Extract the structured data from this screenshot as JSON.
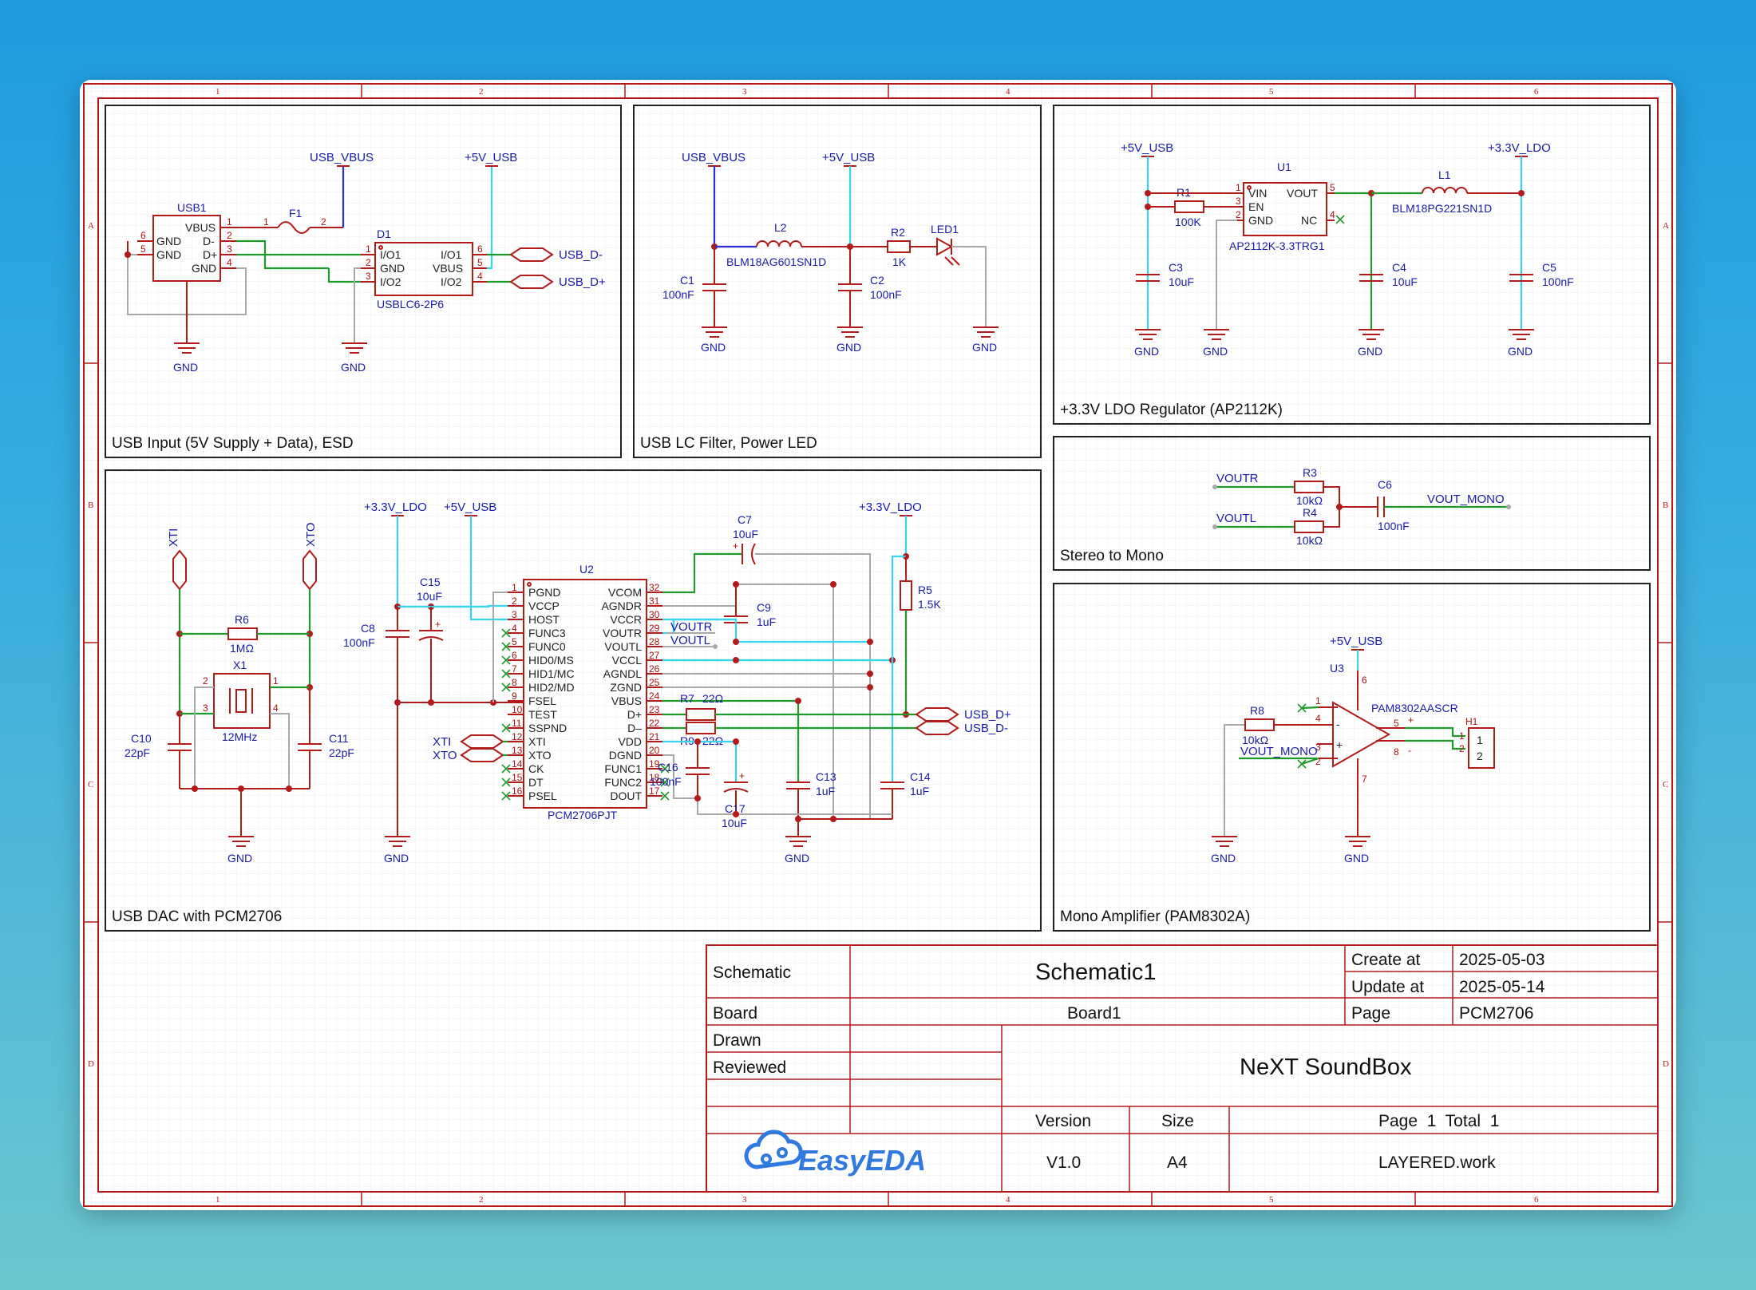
{
  "border": {
    "columns": [
      "1",
      "2",
      "3",
      "4",
      "5",
      "6"
    ],
    "rows": [
      "A",
      "B",
      "C",
      "D"
    ]
  },
  "panels": {
    "usb_input": "USB Input (5V Supply + Data), ESD",
    "lc_filter": "USB LC Filter, Power LED",
    "ldo": "+3.3V LDO Regulator (AP2112K)",
    "stereo_mono": "Stereo to Mono",
    "dac": "USB DAC with PCM2706",
    "amp": "Mono Amplifier (PAM8302A)"
  },
  "usb_input": {
    "usb1": {
      "ref": "USB1",
      "pins": [
        "VBUS",
        "D-",
        "D+",
        "GND"
      ],
      "side_pins": [
        "GND",
        "GND"
      ],
      "pin_nums": [
        "1",
        "2",
        "3",
        "4"
      ],
      "side_nums": [
        "6",
        "5"
      ]
    },
    "f1": {
      "ref": "F1",
      "p1": "1",
      "p2": "2"
    },
    "d1": {
      "ref": "D1",
      "value": "USBLC6-2P6",
      "left": [
        "I/O1",
        "GND",
        "I/O2"
      ],
      "right": [
        "I/O1",
        "VBUS",
        "I/O2"
      ],
      "lnums": [
        "1",
        "2",
        "3"
      ],
      "rnums": [
        "6",
        "5",
        "4"
      ]
    },
    "net_vbus": "USB_VBUS",
    "net_5v": "+5V_USB",
    "port_dm": "USB_D-",
    "port_dp": "USB_D+",
    "gnd": "GND"
  },
  "lc_filter": {
    "net_vbus": "USB_VBUS",
    "net_5v": "+5V_USB",
    "l2": {
      "ref": "L2",
      "value": "BLM18AG601SN1D"
    },
    "c1": {
      "ref": "C1",
      "value": "100nF"
    },
    "c2": {
      "ref": "C2",
      "value": "100nF"
    },
    "r2": {
      "ref": "R2",
      "value": "1K"
    },
    "led1": {
      "ref": "LED1"
    },
    "gnd": "GND"
  },
  "ldo": {
    "net_in": "+5V_USB",
    "net_out": "+3.3V_LDO",
    "u1": {
      "ref": "U1",
      "value": "AP2112K-3.3TRG1",
      "left": [
        "VIN",
        "EN",
        "GND"
      ],
      "right": [
        "VOUT",
        "NC"
      ],
      "lnums": [
        "1",
        "3",
        "2"
      ],
      "rnums": [
        "5",
        "4"
      ]
    },
    "r1": {
      "ref": "R1",
      "value": "100K"
    },
    "l1": {
      "ref": "L1",
      "value": "BLM18PG221SN1D"
    },
    "c3": {
      "ref": "C3",
      "value": "10uF"
    },
    "c4": {
      "ref": "C4",
      "value": "10uF"
    },
    "c5": {
      "ref": "C5",
      "value": "100nF"
    },
    "gnd": "GND"
  },
  "stereo_mono": {
    "net_r": "VOUTR",
    "net_l": "VOUTL",
    "net_out": "VOUT_MONO",
    "r3": {
      "ref": "R3",
      "value": "10kΩ"
    },
    "r4": {
      "ref": "R4",
      "value": "10kΩ"
    },
    "c6": {
      "ref": "C6",
      "value": "100nF"
    }
  },
  "dac": {
    "net_3v3": "+3.3V_LDO",
    "net_5v": "+5V_USB",
    "xti": "XTI",
    "xto": "XTO",
    "r6": {
      "ref": "R6",
      "value": "1MΩ"
    },
    "x1": {
      "ref": "X1",
      "value": "12MHz",
      "pins": [
        "2",
        "1",
        "3",
        "4"
      ]
    },
    "c10": {
      "ref": "C10",
      "value": "22pF"
    },
    "c11": {
      "ref": "C11",
      "value": "22pF"
    },
    "c8": {
      "ref": "C8",
      "value": "100nF"
    },
    "c15": {
      "ref": "C15",
      "value": "10uF"
    },
    "c7": {
      "ref": "C7",
      "value": "10uF"
    },
    "c9": {
      "ref": "C9",
      "value": "1uF"
    },
    "r5": {
      "ref": "R5",
      "value": "1.5K"
    },
    "r7": {
      "ref": "R7",
      "value": "22Ω"
    },
    "r9": {
      "ref": "R9",
      "value": "22Ω"
    },
    "c16": {
      "ref": "C16",
      "value": "100nF"
    },
    "c17": {
      "ref": "C17",
      "value": "10uF"
    },
    "c13": {
      "ref": "C13",
      "value": "1uF"
    },
    "c14": {
      "ref": "C14",
      "value": "1uF"
    },
    "u2": {
      "ref": "U2",
      "value": "PCM2706PJT",
      "left": [
        "PGND",
        "VCCP",
        "HOST",
        "FUNC3",
        "FUNC0",
        "HID0/MS",
        "HID1/MC",
        "HID2/MD",
        "FSEL",
        "TEST",
        "SSPND",
        "XTI",
        "XTO",
        "CK",
        "DT",
        "PSEL"
      ],
      "lnums": [
        "1",
        "2",
        "3",
        "4",
        "5",
        "6",
        "7",
        "8",
        "9",
        "10",
        "11",
        "12",
        "13",
        "14",
        "15",
        "16"
      ],
      "right": [
        "VCOM",
        "AGNDR",
        "VCCR",
        "VOUTR",
        "VOUTL",
        "VCCL",
        "AGNDL",
        "ZGND",
        "VBUS",
        "D+",
        "D–",
        "VDD",
        "DGND",
        "FUNC1",
        "FUNC2",
        "DOUT"
      ],
      "rnums": [
        "32",
        "31",
        "30",
        "29",
        "28",
        "27",
        "26",
        "25",
        "24",
        "23",
        "22",
        "21",
        "20",
        "19",
        "18",
        "17"
      ]
    },
    "net_voutr": "VOUTR",
    "net_voutl": "VOUTL",
    "port_dp": "USB_D+",
    "port_dm": "USB_D-",
    "gnd": "GND"
  },
  "amp": {
    "net_5v": "+5V_USB",
    "u3": {
      "ref": "U3",
      "value": "PAM8302AASCR",
      "pins": [
        "1",
        "4",
        "3",
        "2",
        "6",
        "5",
        "8",
        "7"
      ]
    },
    "r8": {
      "ref": "R8",
      "value": "10kΩ"
    },
    "net_in": "VOUT_MONO",
    "h1": {
      "ref": "H1",
      "pins": [
        "1",
        "2"
      ]
    },
    "plus": "+",
    "minus": "-",
    "gnd": "GND"
  },
  "title_block": {
    "schematic_label": "Schematic",
    "schematic_value": "Schematic1",
    "create_label": "Create at",
    "create_value": "2025-05-03",
    "update_label": "Update at",
    "update_value": "2025-05-14",
    "board_label": "Board",
    "board_value": "Board1",
    "page_label": "Page",
    "page_value": "PCM2706",
    "drawn_label": "Drawn",
    "reviewed_label": "Reviewed",
    "project_name": "NeXT SoundBox",
    "version_label": "Version",
    "size_label": "Size",
    "page_total": "Page  1  Total  1",
    "version_value": "V1.0",
    "size_value": "A4",
    "company": "LAYERED.work",
    "logo_text": "EasyEDA"
  }
}
